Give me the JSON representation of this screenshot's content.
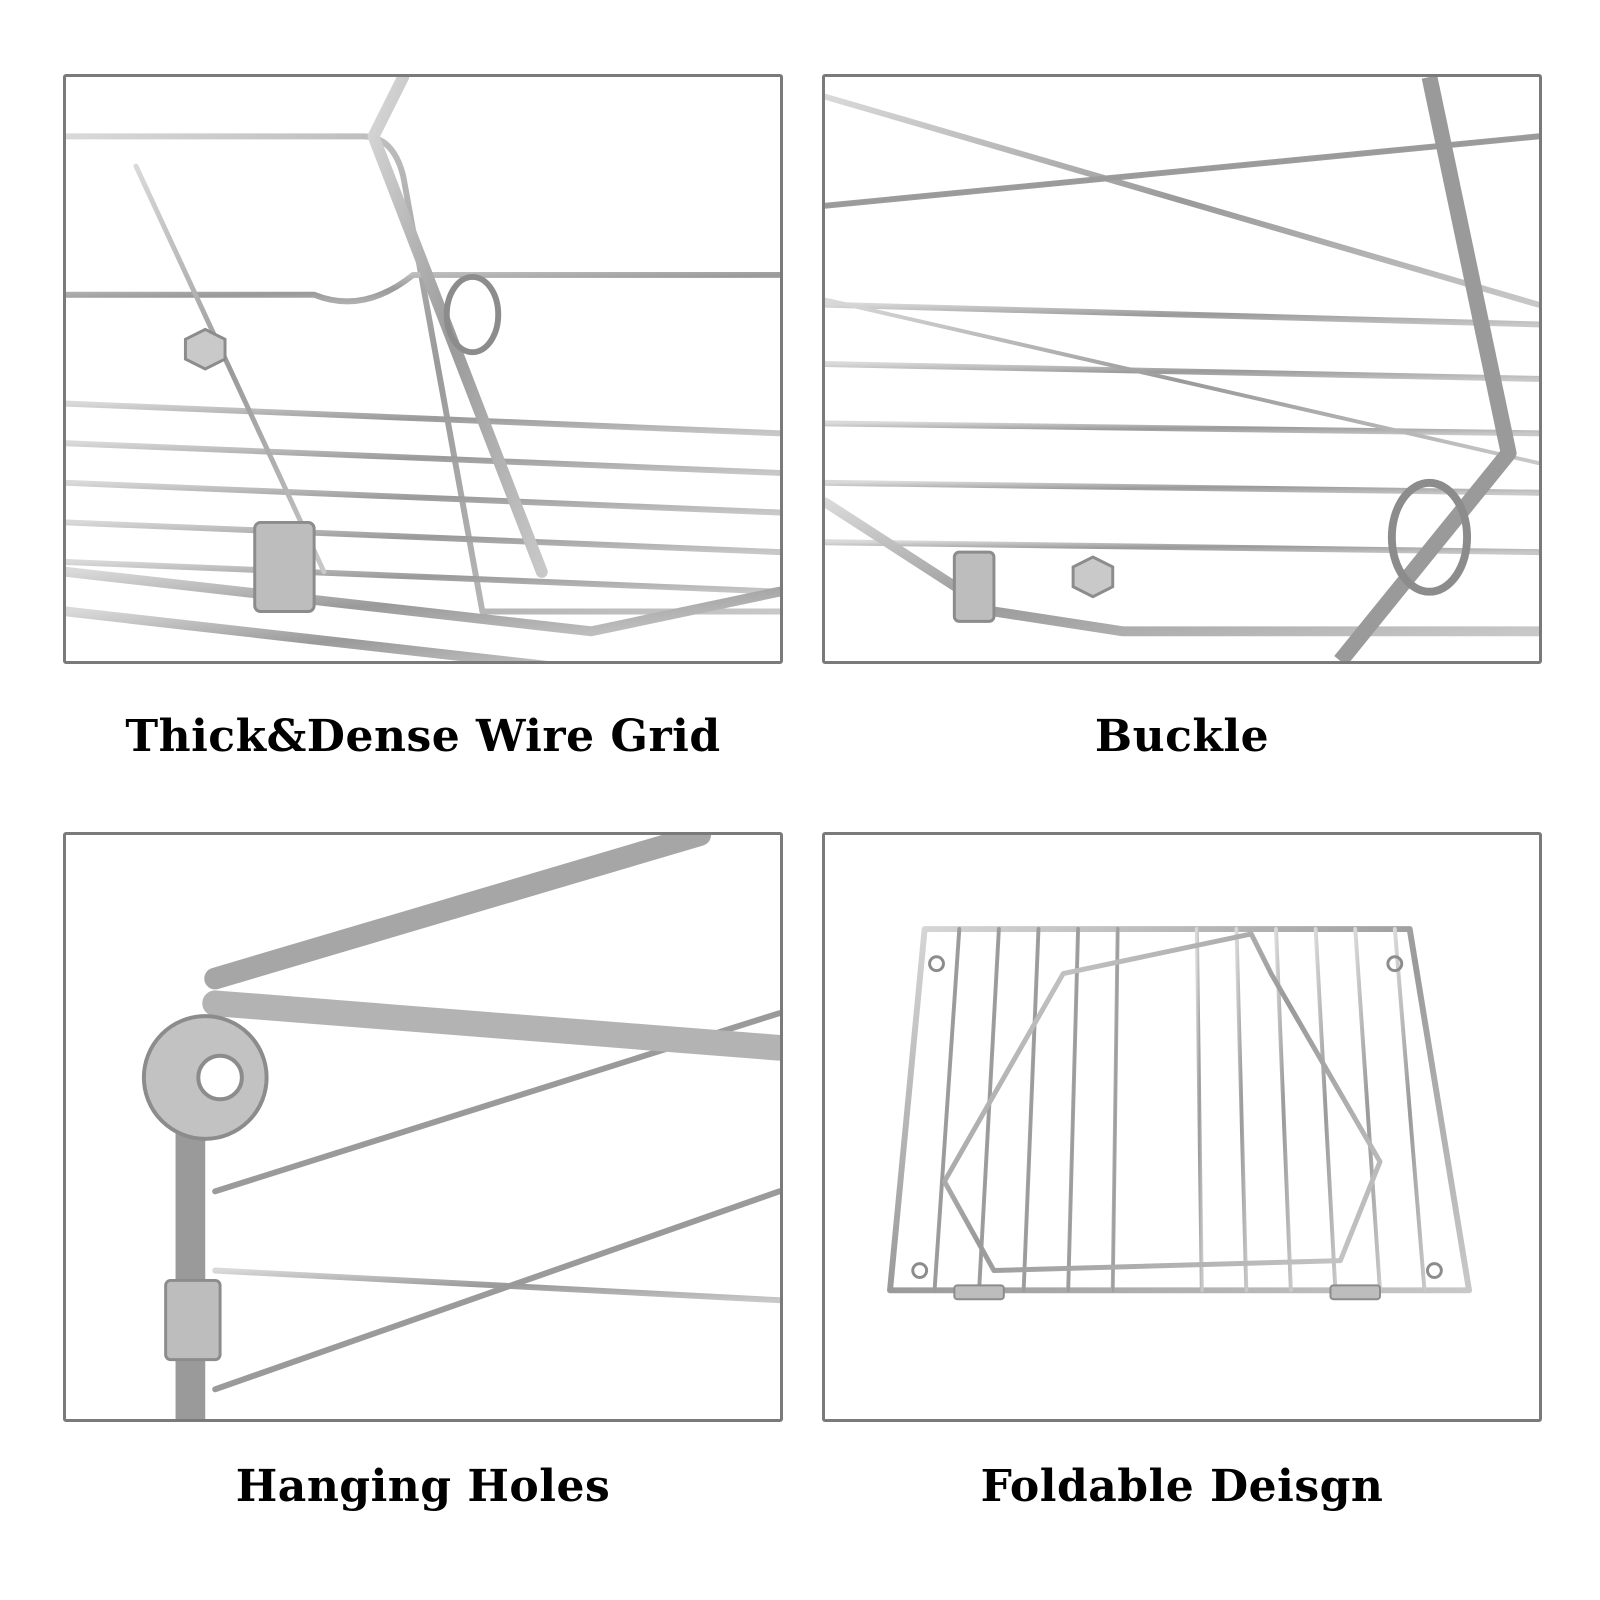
{
  "features": [
    {
      "label": "Thick&Dense Wire Grid",
      "image": "wire-grid-closeup"
    },
    {
      "label": "Buckle",
      "image": "buckle-closeup"
    },
    {
      "label": "Hanging Holes",
      "image": "hanging-hole-closeup"
    },
    {
      "label": "Foldable Deisgn",
      "image": "folded-basket"
    }
  ],
  "colors": {
    "frame_border": "#7a7a7a",
    "wire_light": "#e8e8e8",
    "wire_dark": "#8c8c8c",
    "caption_text": "#000000"
  }
}
